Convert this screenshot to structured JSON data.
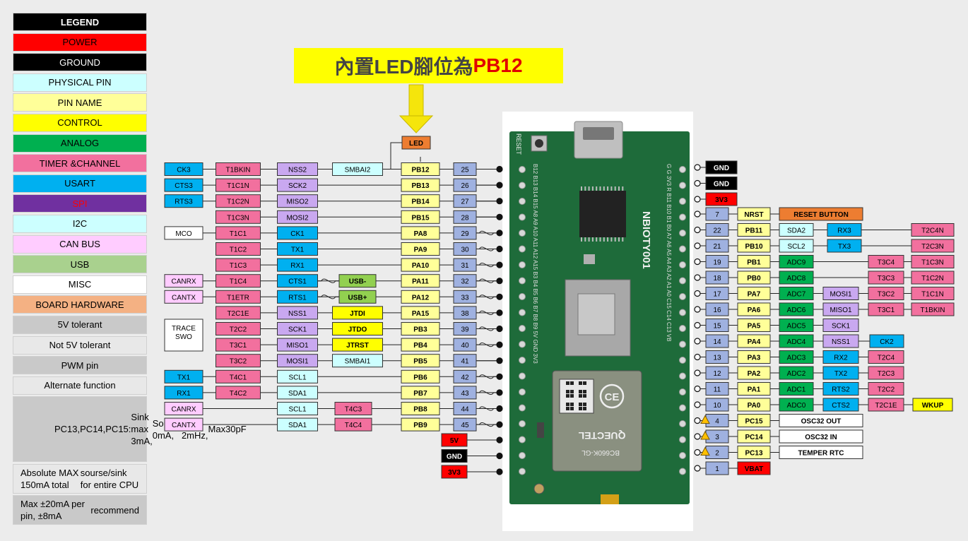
{
  "callout": {
    "prefix": "內置LED腳位為",
    "pin": "PB12"
  },
  "colors": {
    "power": "#ff0000",
    "ground": "#000000",
    "physical": "#9fb1e0",
    "name": "#ffff99",
    "control": "#ffff00",
    "analog": "#00b050",
    "timer": "#f2709e",
    "usart": "#00b0f0",
    "spi": "#7030a0",
    "i2c": "#ccffff",
    "can": "#ffccff",
    "usb": "#92d050",
    "misc": "#ffffff",
    "board": "#ed7d31",
    "tol5": "#c9c9c9",
    "ntol": "#e8e8e8"
  },
  "legend": [
    {
      "label": "LEGEND",
      "bg": "#000000",
      "fg": "#ffffff",
      "bold": true
    },
    {
      "label": "POWER",
      "bg": "#ff0000",
      "fg": "#000000"
    },
    {
      "label": "GROUND",
      "bg": "#000000",
      "fg": "#ffffff"
    },
    {
      "label": "PHYSICAL PIN",
      "bg": "#ccffff",
      "fg": "#000000"
    },
    {
      "label": "PIN NAME",
      "bg": "#ffff99",
      "fg": "#000000"
    },
    {
      "label": "CONTROL",
      "bg": "#ffff00",
      "fg": "#000000"
    },
    {
      "label": "ANALOG",
      "bg": "#00b050",
      "fg": "#000000"
    },
    {
      "label": "TIMER &CHANNEL",
      "bg": "#f2709e",
      "fg": "#000000"
    },
    {
      "label": "USART",
      "bg": "#00b0f0",
      "fg": "#000000"
    },
    {
      "label": "SPI",
      "bg": "#7030a0",
      "fg": "#ff0000"
    },
    {
      "label": "I2C",
      "bg": "#ccffff",
      "fg": "#000000"
    },
    {
      "label": "CAN BUS",
      "bg": "#ffccff",
      "fg": "#000000"
    },
    {
      "label": "USB",
      "bg": "#a9d18e",
      "fg": "#000000"
    },
    {
      "label": "MISC",
      "bg": "#ffffff",
      "fg": "#000000"
    },
    {
      "label": "BOARD HARDWARE",
      "bg": "#f4b183",
      "fg": "#000000"
    },
    {
      "label": "5V tolerant",
      "bg": "#c9c9c9",
      "fg": "#000000"
    },
    {
      "label": "Not 5V tolerant",
      "bg": "#e8e8e8",
      "fg": "#000000"
    },
    {
      "label": "PWM pin",
      "bg": "#c9c9c9",
      "fg": "#000000"
    },
    {
      "label": "Alternate function",
      "bg": "#e8e8e8",
      "fg": "#000000"
    },
    {
      "lines": [
        "PC13,PC14,PC15:",
        "Sink max 3mA,",
        "Sourse 0mA,",
        "Max 2mHz,",
        "Max30pF"
      ],
      "bg": "#c9c9c9",
      "fg": "#000000",
      "center": true
    },
    {
      "lines": [
        "Absolute MAX 150mA total",
        "sourse/sink for entire CPU"
      ],
      "bg": "#e8e8e8",
      "fg": "#000000"
    },
    {
      "lines": [
        "Max ±20mA per pin, ±8mA",
        "recommend"
      ],
      "bg": "#c9c9c9",
      "fg": "#000000"
    }
  ],
  "led_label": "LED",
  "left_rows": [
    {
      "pin": "25",
      "name": "PB12",
      "col1": "SMBAI2",
      "spi": "NSS2",
      "tim": "T1BKIN",
      "usart": "CK3"
    },
    {
      "pin": "26",
      "name": "PB13",
      "spi": "SCK2",
      "tim": "T1C1N",
      "usart": "CTS3"
    },
    {
      "pin": "27",
      "name": "PB14",
      "spi": "MISO2",
      "tim": "T1C2N",
      "usart": "RTS3"
    },
    {
      "pin": "28",
      "name": "PB15",
      "spi": "MOSI2",
      "tim": "T1C3N"
    },
    {
      "pin": "29",
      "name": "PA8",
      "spi": "CK1",
      "tim": "T1C1",
      "misc": "MCO",
      "wavy": true
    },
    {
      "pin": "30",
      "name": "PA9",
      "spi": "TX1",
      "tim": "T1C2",
      "wavy": true
    },
    {
      "pin": "31",
      "name": "PA10",
      "spi": "RX1",
      "tim": "T1C3",
      "wavy": true
    },
    {
      "pin": "32",
      "name": "PA11",
      "usb": "USB-",
      "spi": "CTS1",
      "tim": "T1C4",
      "can": "CANRX",
      "wavy": true
    },
    {
      "pin": "33",
      "name": "PA12",
      "usb": "USB+",
      "spi": "RTS1",
      "tim": "T1ETR",
      "can": "CANTX",
      "wavy": true
    },
    {
      "pin": "38",
      "name": "PA15",
      "ctrl": "JTDI",
      "spi": "NSS1",
      "tim": "T2C1E",
      "wavy": true
    },
    {
      "pin": "39",
      "name": "PB3",
      "ctrl": "JTDO",
      "spi": "SCK1",
      "tim": "T2C2",
      "wavy": true
    },
    {
      "pin": "40",
      "name": "PB4",
      "ctrl": "JTRST",
      "spi": "MISO1",
      "tim": "T3C1",
      "wavy": true
    },
    {
      "pin": "41",
      "name": "PB5",
      "col1": "SMBAI1",
      "spi": "MOSI1",
      "tim": "T3C2"
    },
    {
      "pin": "42",
      "name": "PB6",
      "spi": "SCL1",
      "tim": "T4C1",
      "usart": "TX1",
      "wavy": true
    },
    {
      "pin": "43",
      "name": "PB7",
      "spi": "SDA1",
      "tim": "T4C2",
      "usart": "RX1",
      "wavy": true
    },
    {
      "pin": "44",
      "name": "PB8",
      "col1": "T4C3",
      "spi": "SCL1",
      "can": "CANRX",
      "wavy": true
    },
    {
      "pin": "45",
      "name": "PB9",
      "col1": "T4C4",
      "spi": "SDA1",
      "can": "CANTX",
      "wavy": true
    }
  ],
  "trace_swo": [
    "TRACE",
    "SWO"
  ],
  "left_power": [
    {
      "label": "5V",
      "kind": "power"
    },
    {
      "label": "GND",
      "kind": "ground"
    },
    {
      "label": "3V3",
      "kind": "power"
    }
  ],
  "right_top": [
    {
      "label": "GND",
      "kind": "ground"
    },
    {
      "label": "GND",
      "kind": "ground"
    },
    {
      "label": "3V3",
      "kind": "power"
    }
  ],
  "right_rows": [
    {
      "pin": "7",
      "name": "NRST",
      "extra": "RESET BUTTON"
    },
    {
      "pin": "22",
      "name": "PB11",
      "a": "SDA2",
      "b": "RX3",
      "t2": "T2C4N"
    },
    {
      "pin": "21",
      "name": "PB10",
      "a": "SCL2",
      "b": "TX3",
      "t2": "T2C3N"
    },
    {
      "pin": "19",
      "name": "PB1",
      "a": "ADC9",
      "t1": "T3C4",
      "t2": "T1C3N"
    },
    {
      "pin": "18",
      "name": "PB0",
      "a": "ADC8",
      "t1": "T3C3",
      "t2": "T1C2N"
    },
    {
      "pin": "17",
      "name": "PA7",
      "a": "ADC7",
      "s": "MOSI1",
      "t1": "T3C2",
      "t2": "T1C1N"
    },
    {
      "pin": "16",
      "name": "PA6",
      "a": "ADC6",
      "s": "MISO1",
      "t1": "T3C1",
      "t2": "T1BKIN"
    },
    {
      "pin": "15",
      "name": "PA5",
      "a": "ADC5",
      "s": "SCK1"
    },
    {
      "pin": "14",
      "name": "PA4",
      "a": "ADC4",
      "s": "NSS1",
      "u": "CK2"
    },
    {
      "pin": "13",
      "name": "PA3",
      "a": "ADC3",
      "s": "RX2",
      "t1": "T2C4"
    },
    {
      "pin": "12",
      "name": "PA2",
      "a": "ADC2",
      "s": "TX2",
      "t1": "T2C3"
    },
    {
      "pin": "11",
      "name": "PA1",
      "a": "ADC1",
      "s": "RTS2",
      "t1": "T2C2"
    },
    {
      "pin": "10",
      "name": "PA0",
      "a": "ADC0",
      "s": "CTS2",
      "t1": "T2C1E",
      "w": "WKUP"
    },
    {
      "pin": "4",
      "name": "PC15",
      "extra": "OSC32 OUT",
      "warn": true
    },
    {
      "pin": "3",
      "name": "PC14",
      "extra": "OSC32 IN",
      "warn": true
    },
    {
      "pin": "2",
      "name": "PC13",
      "extra": "TEMPER RTC",
      "warn": true
    },
    {
      "pin": "1",
      "name": "VBAT",
      "power": true
    }
  ],
  "board": {
    "module_brand": "QUECTEL",
    "module_model": "BC660K-GL",
    "board_name": "NBIOTY001",
    "reset_label": "RESET",
    "silk_top": "B12 B13 B14 B15 A8 A9 A10 A11 A12 A15 B3 B4 B5 B6 B7 B8 B9 5V GND 3V3",
    "silk_right": "G  G  3V3  R  B11  B10  B1  B0  A7  A6  A5  A4  A3  A2  A1  A0  C15  C14  C13  VB"
  }
}
